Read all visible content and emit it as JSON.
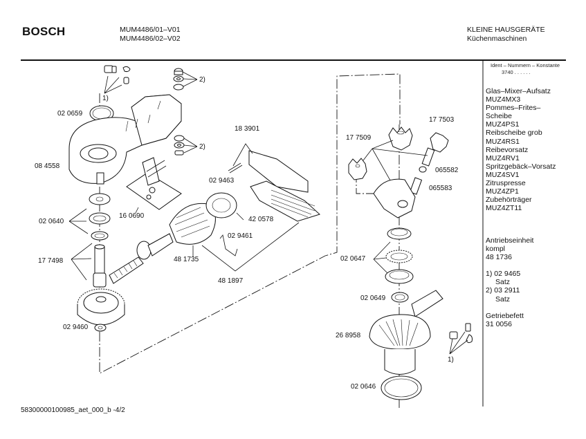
{
  "header": {
    "brand": "BOSCH",
    "models": [
      "MUM4486/01–V01",
      "MUM4486/02–V02"
    ],
    "category": [
      "KLEINE HAUSGERÄTE",
      "Küchenmaschinen"
    ]
  },
  "sidebar": {
    "ident_heading": "Ident – Nummern – Konstante",
    "ident_value": "3740  .  .   .  .  .  .",
    "accessories": [
      "Glas–Mixer–Aufsatz",
      "MUZ4MX3",
      "Pommes–Frites–",
      "Scheibe",
      "MUZ4PS1",
      "Reibscheibe grob",
      "MUZ4RS1",
      "Reibevorsatz",
      "MUZ4RV1",
      "Spritzgebäck–Vorsatz",
      "MUZ4SV1",
      "Zitruspresse",
      "MUZ4ZP1",
      "Zubehörträger",
      "MUZ4ZT11"
    ],
    "drive_unit": [
      "Antriebseinheit",
      "kompl",
      "48 1736"
    ],
    "sets": [
      {
        "marker": "1)",
        "number": "02 9465",
        "note": "Satz"
      },
      {
        "marker": "2)",
        "number": "03 2911",
        "note": "Satz"
      }
    ],
    "grease": [
      "Getriebefett",
      "31 0056"
    ]
  },
  "diagram": {
    "part_labels": {
      "p020659": "02 0659",
      "p084558": "08 4558",
      "p020640": "02 0640",
      "p177498": "17 7498",
      "p029460": "02 9460",
      "p160690": "16 0690",
      "p183901": "18 3901",
      "p029463": "02 9463",
      "p420578": "42 0578",
      "p029461": "02 9461",
      "p481735": "48 1735",
      "p481897": "48 1897",
      "p177509": "17 7509",
      "p177503": "17 7503",
      "p065582": "065582",
      "p065583": "065583",
      "p020647": "02 0647",
      "p020649": "02 0649",
      "p268958": "26 8958",
      "p020646": "02 0646"
    },
    "set_markers": {
      "set1_top": "1)",
      "set2_upper": "2)",
      "set2_lower": "2)",
      "set1_bottom": "1)"
    }
  },
  "footer": {
    "doc_id": "58300000100985_aet_000_b -4/2"
  }
}
